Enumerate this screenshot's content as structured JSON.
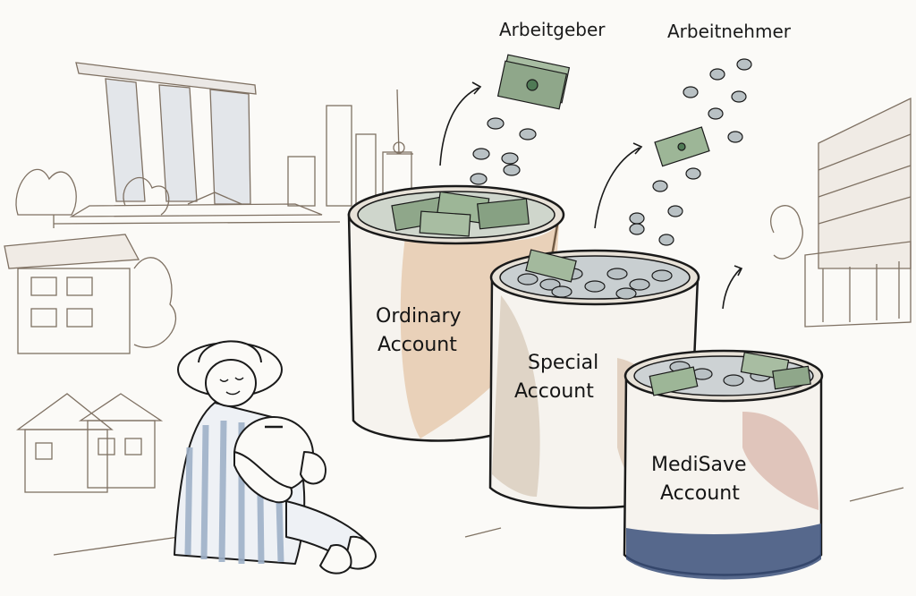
{
  "labels": {
    "employer": "Arbeitgeber",
    "employee": "Arbeitnehmer"
  },
  "accounts": [
    {
      "line1": "Ordinary",
      "line2": "Account",
      "color": "#c98a4a"
    },
    {
      "line1": "Special",
      "line2": "Account",
      "color": "#b7a48e"
    },
    {
      "line1": "MediSave",
      "line2": "Account",
      "color": "#3a4f7a"
    }
  ],
  "colors": {
    "ink": "#1a1a1a",
    "money": "#6f8f6a",
    "coin": "#9aa3a6",
    "stripe": "#9fb1c8"
  }
}
